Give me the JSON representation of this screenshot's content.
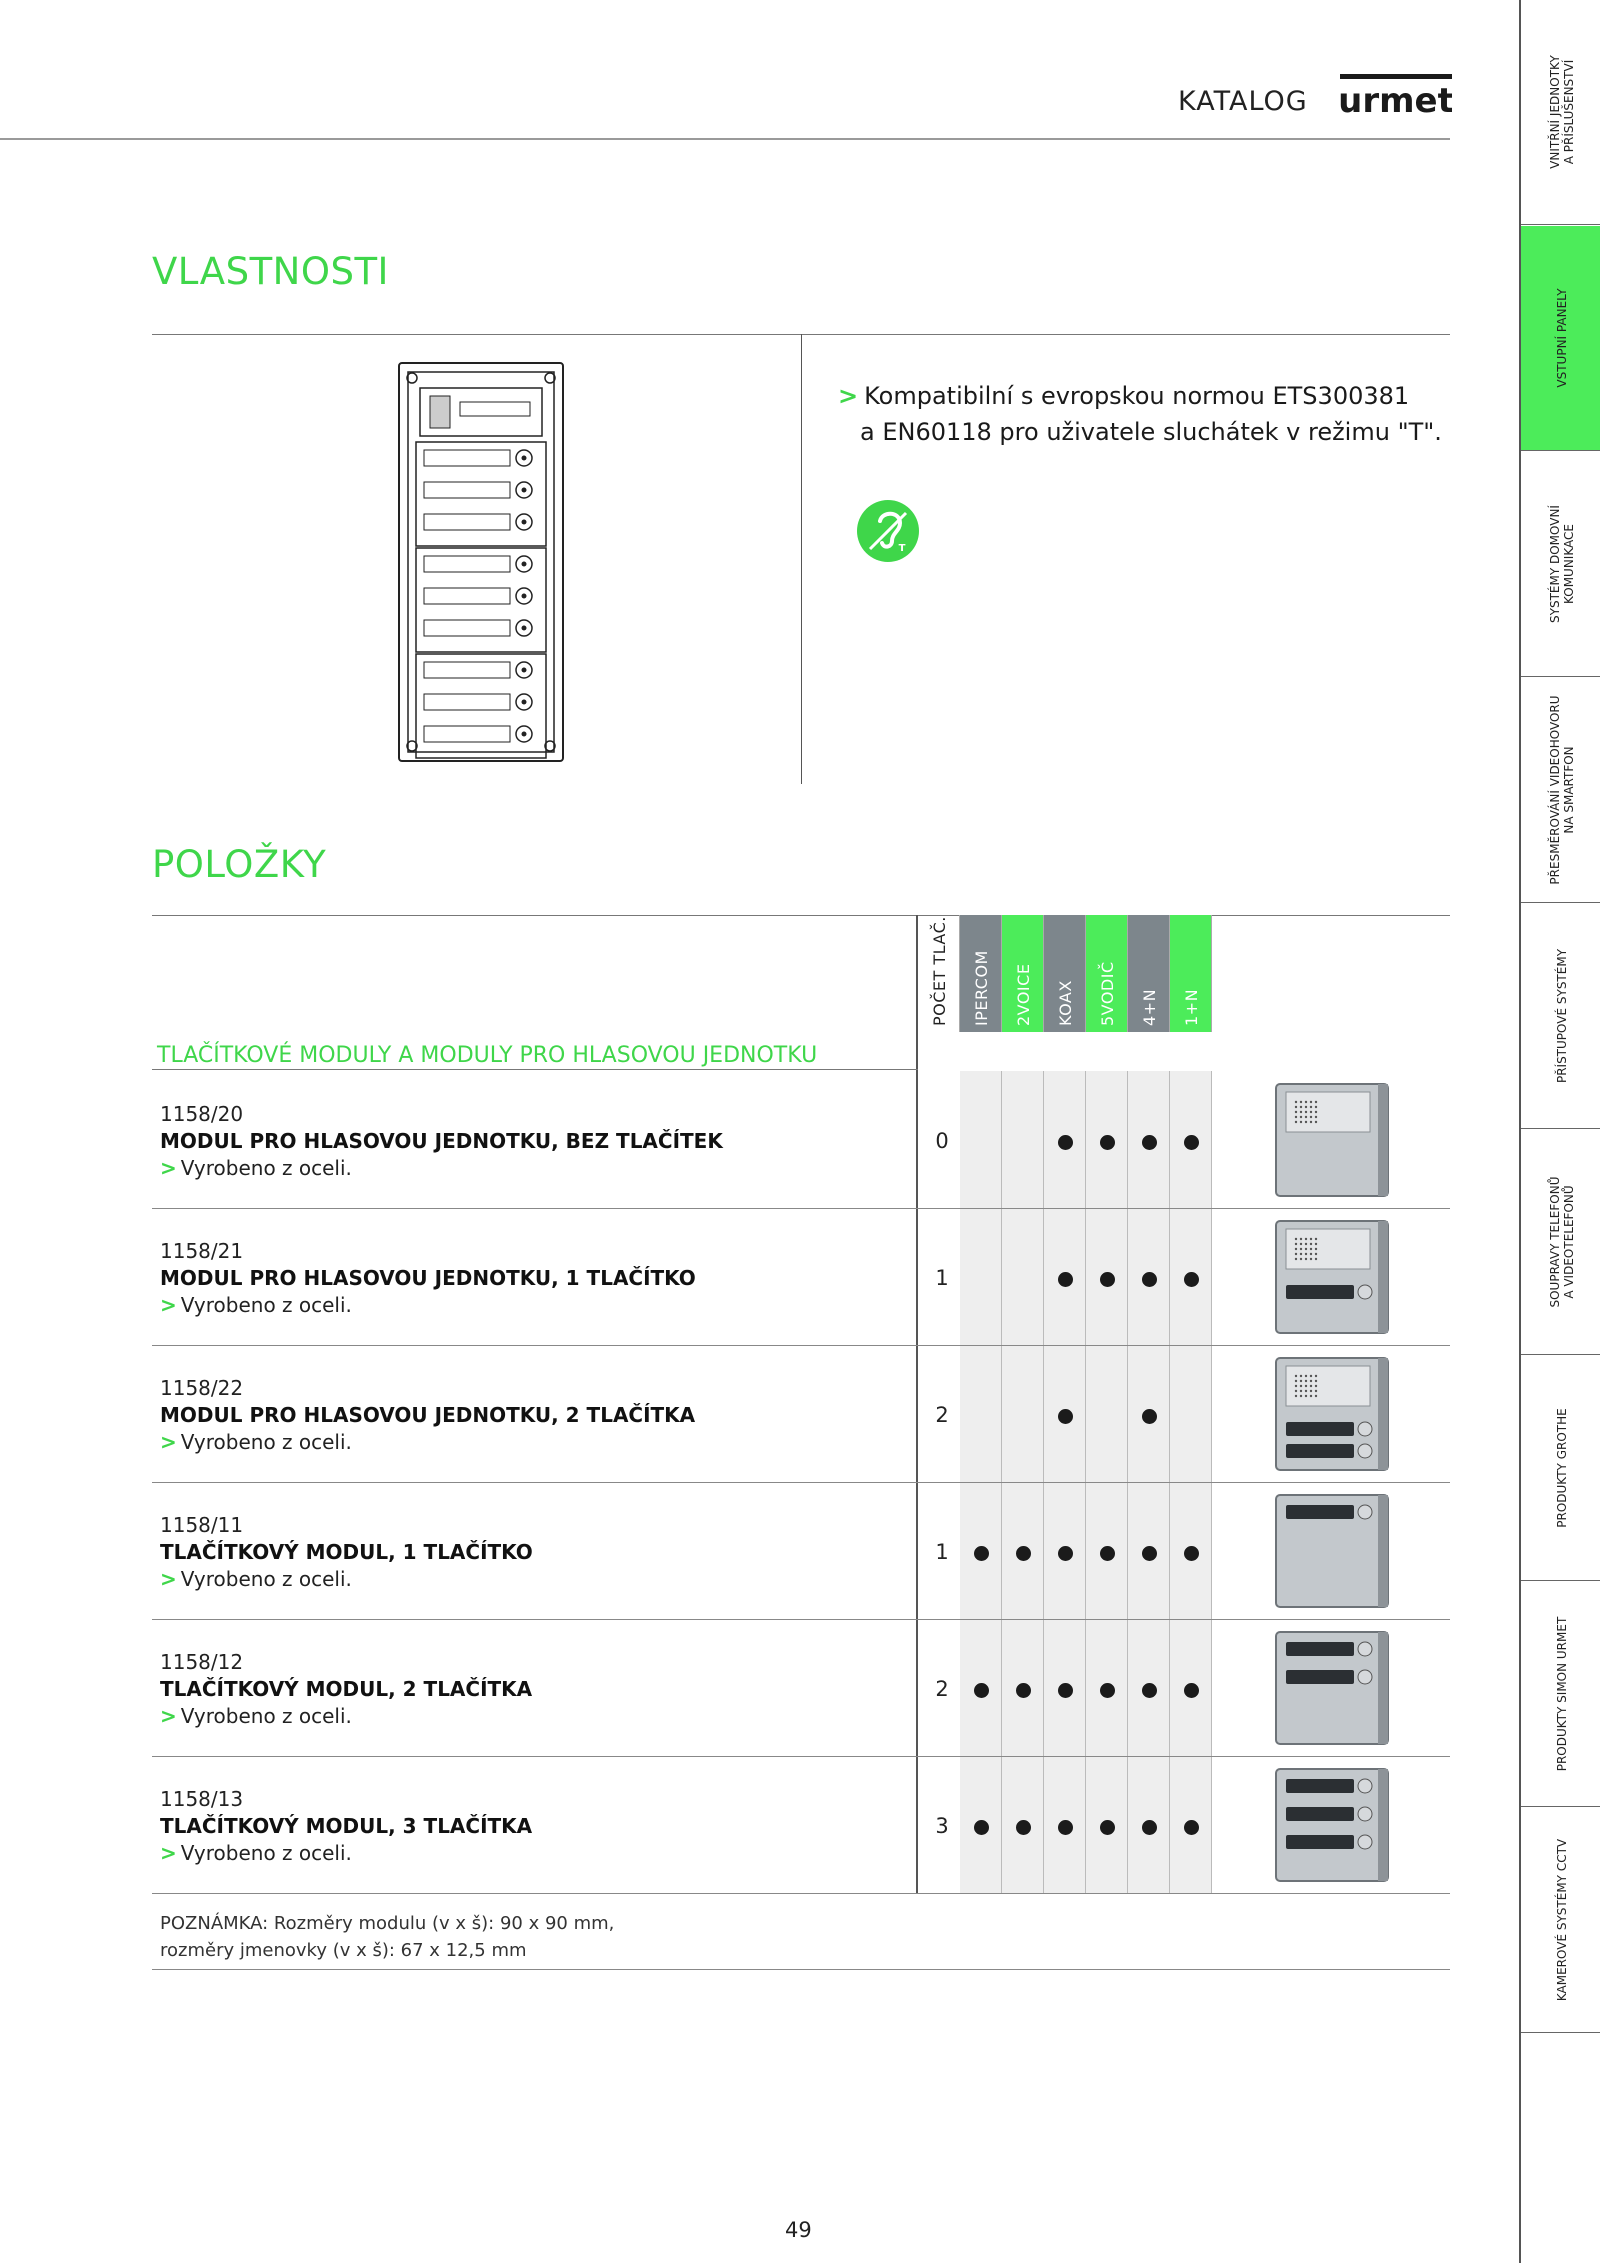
{
  "header": {
    "katalog": "KATALOG",
    "brand": "urmet"
  },
  "side_tabs": [
    {
      "label": "VNITŘNÍ JEDNOTKY\nA PŘÍSLUŠENSTVÍ",
      "active": false
    },
    {
      "label": "VSTUPNÍ PANELY",
      "active": true
    },
    {
      "label": "SYSTÉMY DOMOVNÍ\nKOMUNIKACE",
      "active": false
    },
    {
      "label": "PŘESMĚROVÁNÍ VIDEOHOVORU\nNA SMARTFON",
      "active": false
    },
    {
      "label": "PŘÍSTUPOVÉ SYSTÉMY",
      "active": false
    },
    {
      "label": "SOUPRAVY TELEFONŮ\nA VIDEOTELEFONŮ",
      "active": false
    },
    {
      "label": "PRODUKTY GROTHE",
      "active": false
    },
    {
      "label": "PRODUKTY SIMON URMET",
      "active": false
    },
    {
      "label": "KAMEROVÉ SYSTÉMY CCTV",
      "active": false
    }
  ],
  "vlastnosti": {
    "title": "VLASTNOSTI",
    "feature_arrow": ">",
    "feature_line1": "Kompatibilní s evropskou normou ETS300381",
    "feature_line2": "a EN60118 pro uživatele sluchátek v režimu \"T\".",
    "hearing_icon_letter": "T"
  },
  "polozky": {
    "title": "POLOŽKY",
    "group_title": "TLAČÍTKOVÉ MODULY A MODULY PRO HLASOVOU JEDNOTKU",
    "columns": [
      {
        "label": "POČET TLAČ.",
        "style": "white"
      },
      {
        "label": "IPERCOM",
        "style": "gray"
      },
      {
        "label": "2VOICE",
        "style": "green"
      },
      {
        "label": "KOAX",
        "style": "gray"
      },
      {
        "label": "5VODIČ",
        "style": "green"
      },
      {
        "label": "4+N",
        "style": "gray"
      },
      {
        "label": "1+N",
        "style": "green"
      }
    ],
    "items": [
      {
        "code": "1158/20",
        "name": "MODUL PRO HLASOVOU JEDNOTKU, BEZ TLAČÍTEK",
        "desc": "Vyrobeno z oceli.",
        "count": "0",
        "compat": [
          false,
          false,
          true,
          true,
          true,
          true
        ],
        "buttons": 0,
        "speaker": true
      },
      {
        "code": "1158/21",
        "name": "MODUL PRO HLASOVOU JEDNOTKU, 1 TLAČÍTKO",
        "desc": "Vyrobeno z oceli.",
        "count": "1",
        "compat": [
          false,
          false,
          true,
          true,
          true,
          true
        ],
        "buttons": 1,
        "speaker": true
      },
      {
        "code": "1158/22",
        "name": "MODUL PRO HLASOVOU JEDNOTKU, 2 TLAČÍTKA",
        "desc": "Vyrobeno z oceli.",
        "count": "2",
        "compat": [
          false,
          false,
          true,
          false,
          true,
          false
        ],
        "buttons": 2,
        "speaker": true
      },
      {
        "code": "1158/11",
        "name": "TLAČÍTKOVÝ MODUL, 1 TLAČÍTKO",
        "desc": "Vyrobeno z oceli.",
        "count": "1",
        "compat": [
          true,
          true,
          true,
          true,
          true,
          true
        ],
        "buttons": 1,
        "speaker": false
      },
      {
        "code": "1158/12",
        "name": "TLAČÍTKOVÝ MODUL, 2 TLAČÍTKA",
        "desc": "Vyrobeno z oceli.",
        "count": "2",
        "compat": [
          true,
          true,
          true,
          true,
          true,
          true
        ],
        "buttons": 2,
        "speaker": false
      },
      {
        "code": "1158/13",
        "name": "TLAČÍTKOVÝ MODUL, 3 TLAČÍTKA",
        "desc": "Vyrobeno z oceli.",
        "count": "3",
        "compat": [
          true,
          true,
          true,
          true,
          true,
          true
        ],
        "buttons": 3,
        "speaker": false
      }
    ],
    "note_line1": "POZNÁMKA: Rozměry modulu (v x š): 90 x 90 mm,",
    "note_line2": "rozměry jmenovky (v x š): 67 x 12,5 mm"
  },
  "page_number": "49",
  "colors": {
    "accent_green": "#3fd64a",
    "tab_green": "#4cec5a",
    "column_gray": "#7d868c"
  }
}
